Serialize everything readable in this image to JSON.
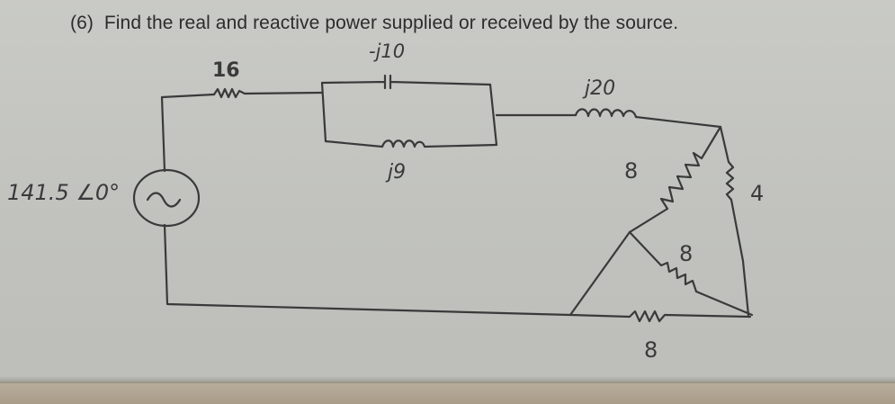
{
  "problem": {
    "number": "(6)",
    "text": "Find the real and reactive power supplied or received by the source."
  },
  "circuit": {
    "source_label": "141.5 ∠0°",
    "r_series_label": "16",
    "capacitor_label": "-j10",
    "inductor_parallel_label": "j9",
    "inductor_series_label": "j20",
    "resistor_top_left_label": "8",
    "resistor_right_label": "4",
    "resistor_center_label": "8",
    "resistor_bottom_label": "8"
  }
}
